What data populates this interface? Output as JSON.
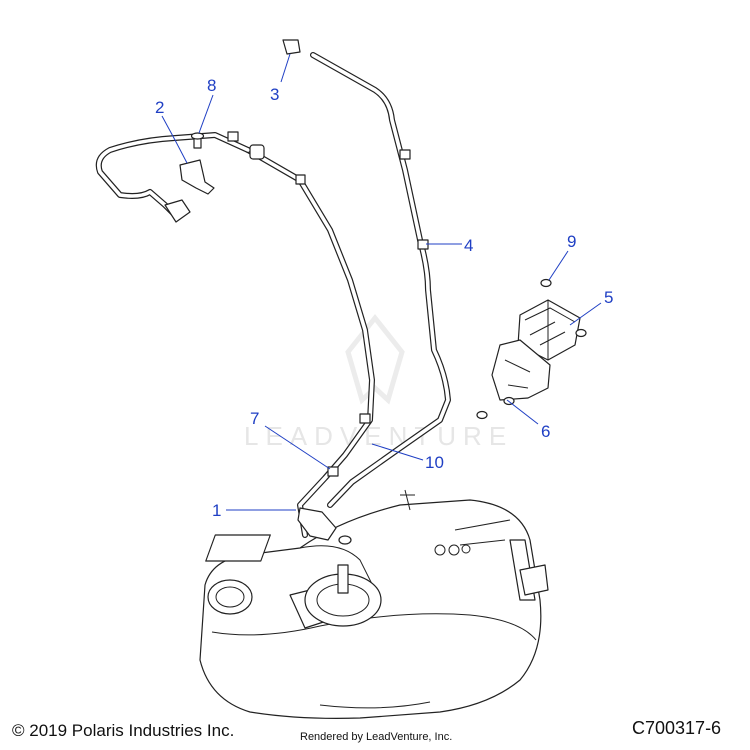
{
  "watermark": "LEADVENTURE",
  "callouts": [
    {
      "id": "1",
      "label": "1"
    },
    {
      "id": "2",
      "label": "2"
    },
    {
      "id": "3",
      "label": "3"
    },
    {
      "id": "4",
      "label": "4"
    },
    {
      "id": "5",
      "label": "5"
    },
    {
      "id": "6",
      "label": "6"
    },
    {
      "id": "7",
      "label": "7"
    },
    {
      "id": "8",
      "label": "8"
    },
    {
      "id": "9",
      "label": "9"
    },
    {
      "id": "10",
      "label": "10"
    }
  ],
  "footer": {
    "copyright": "© 2019 Polaris Industries Inc.",
    "rendered_by": "Rendered by LeadVenture, Inc.",
    "diagram_code": "C700317-6"
  },
  "colors": {
    "callout": "#1f3fc4",
    "line_art": "#222222",
    "watermark": "#e6e6e6"
  }
}
